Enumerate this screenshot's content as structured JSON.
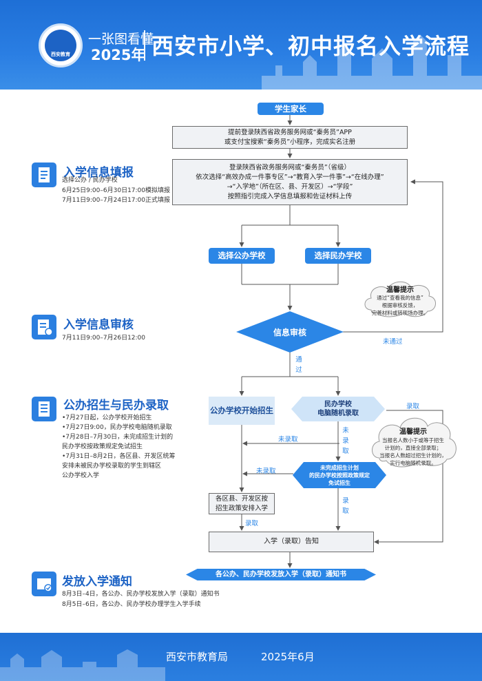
{
  "header": {
    "logo_text": "西安教育",
    "subtitle_1": "一张图看懂",
    "subtitle_2": "2025年",
    "title": "西安市小学、初中报名入学流程"
  },
  "sections": [
    {
      "title": "入学信息填报",
      "lines": [
        "选择公办 / 民办学校",
        "6月25日9:00–6月30日17:00模拟填报",
        "7月11日9:00–7月24日17:00正式填报"
      ]
    },
    {
      "title": "入学信息审核",
      "lines": [
        "7月11日9:00–7月26日12:00"
      ]
    },
    {
      "title": "公办招生与民办录取",
      "lines": [
        "•7月27日起，公办学校开始招生",
        "•7月27日9:00，民办学校电脑随机录取",
        "•7月28日–7月30日，未完成招生计划的",
        "民办学校按政策规定免试招生",
        "•7月31日–8月2日，各区县、开发区统筹",
        "安排未被民办学校录取的学生到辖区",
        "公办学校入学"
      ]
    },
    {
      "title": "发放入学通知",
      "lines": [
        "8月3日–4日，各公办、民办学校发放入学（录取）通知书",
        "8月5日–6日，各公办、民办学校办理学生入学手续"
      ]
    }
  ],
  "flow": {
    "start": "学生家长",
    "register": [
      "提前登录陕西省政务服务网或“秦务员”APP",
      "或支付宝搜索“秦务员”小程序，完成实名注册"
    ],
    "fill": [
      "登录陕西省政务服务网或“秦务员”（省级）",
      "依次选择“高效办成一件事专区”→“教育入学一件事”→“在线办理”",
      "→“入学地”（所在区、县、开发区）→“学段”",
      "按照指引完成入学信息填报和佐证材料上传"
    ],
    "public_choice": "选择公办学校",
    "private_choice": "选择民办学校",
    "tip1_title": "温馨提示",
    "tip1": [
      "通过“查看我的信息”",
      "根据审核反馈，",
      "完善材料或转现场办理。"
    ],
    "review": "信息审核",
    "not_passed": "未通过",
    "passed": "通过",
    "public_start": "公办学校开始招生",
    "private_random": [
      "民办学校",
      "电脑随机录取"
    ],
    "admitted": "录取",
    "not_admitted": "未录取",
    "tip2_title": "温馨提示",
    "tip2": [
      "当报名人数小于或等于招生",
      "计划的，直接全部录取；",
      "当报名人数超过招生计划的，",
      "实行电脑随机录取。"
    ],
    "exempt": [
      "未完成招生计划",
      "的民办学校按照政策规定",
      "免试招生"
    ],
    "arrange": [
      "各区县、开发区按",
      "招生政策安排入学"
    ],
    "notice": "入学（录取）告知",
    "banner": "各公办、民办学校发放入学（录取）通知书"
  },
  "footer": {
    "org": "西安市教育局",
    "date": "2025年6月"
  },
  "colors": {
    "primary": "#2b86e6",
    "header": "#1e6fd6",
    "box_bg": "#f0f2f5"
  }
}
